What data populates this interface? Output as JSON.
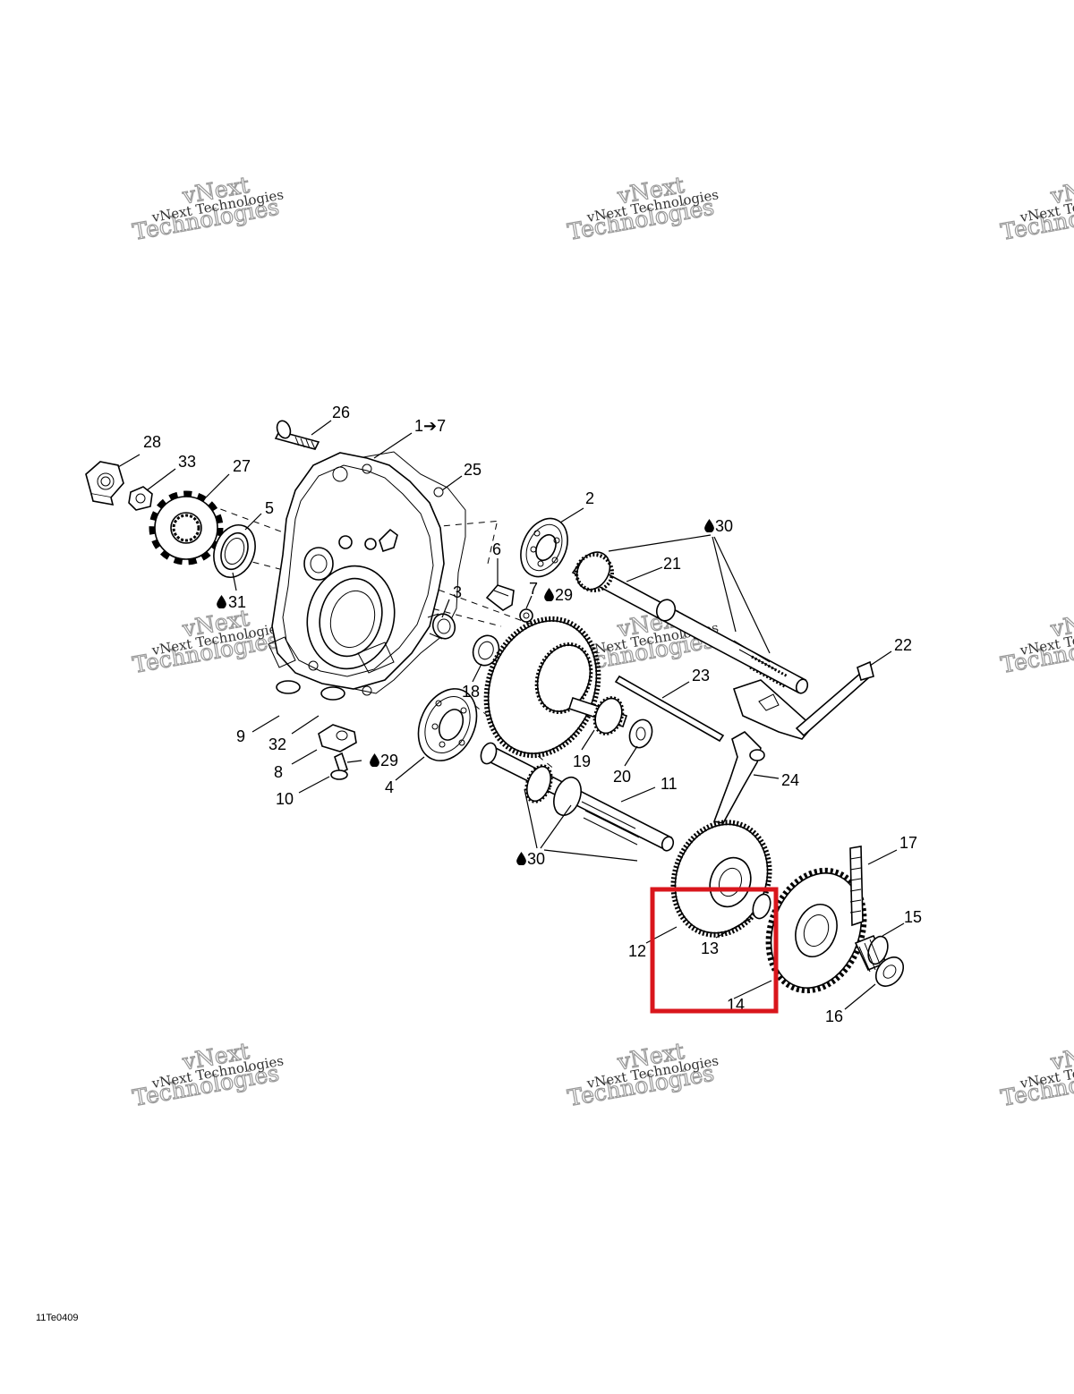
{
  "diagram_code": "11Te0409",
  "watermark": {
    "line1": "vNext Technologies",
    "line2": "vNext",
    "line3": "Technologies"
  },
  "drop_icon": "oil-drop-icon",
  "highlight_color": "#d9161c",
  "callouts": {
    "c1": "1➔7",
    "c2": "2",
    "c3": "3",
    "c4": "4",
    "c5": "5",
    "c6": "6",
    "c7": "7",
    "c8": "8",
    "c9": "9",
    "c10": "10",
    "c11": "11",
    "c12": "12",
    "c13": "13",
    "c14": "14",
    "c15": "15",
    "c16": "16",
    "c17": "17",
    "c18": "18",
    "c19": "19",
    "c20": "20",
    "c21": "21",
    "c22": "22",
    "c23": "23",
    "c24": "24",
    "c25": "25",
    "c26": "26",
    "c27": "27",
    "c28": "28",
    "c29a": "29",
    "c29b": "29",
    "c30a": "30",
    "c30b": "30",
    "c31": "31",
    "c32": "32",
    "c33": "33"
  }
}
